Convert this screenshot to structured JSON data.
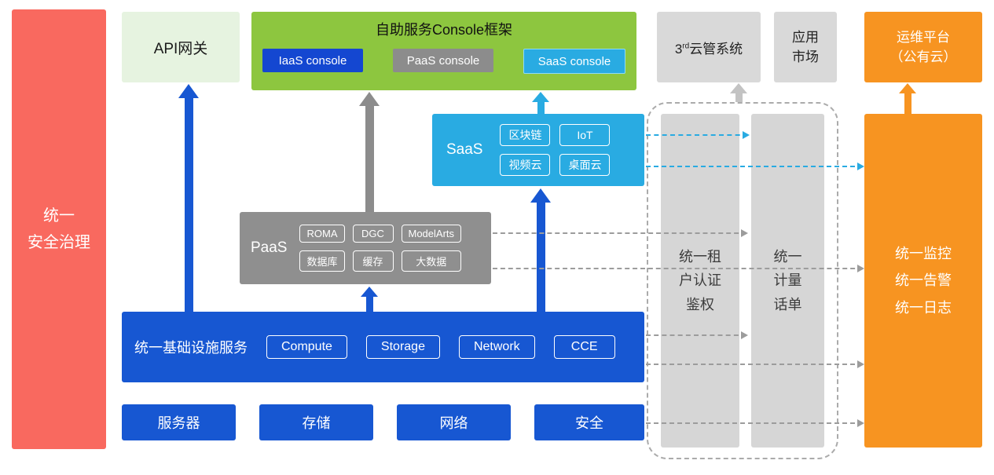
{
  "colors": {
    "blue": "#1757d2",
    "dark_blue": "#1447d1",
    "cyan": "#29abe2",
    "green": "#8dc63f",
    "light_green": "#e6f3e0",
    "gray": "#8f8f8f",
    "light_gray": "#d9d9d9",
    "orange": "#f79421",
    "red": "#f9695f"
  },
  "left_bar": {
    "label": "统一\n安全治理"
  },
  "api_gateway": {
    "label": "API网关"
  },
  "console_frame": {
    "title": "自助服务Console框架",
    "buttons": [
      {
        "label": "IaaS console"
      },
      {
        "label": "PaaS console"
      },
      {
        "label": "SaaS console"
      }
    ]
  },
  "third_party_cloud": {
    "prefix": "3",
    "sup": "rd",
    "suffix": "云管系统"
  },
  "app_market": {
    "label": "应用\n市场"
  },
  "om_platform": {
    "label": "运维平台\n（公有云）"
  },
  "saas": {
    "label": "SaaS",
    "items": [
      "区块链",
      "IoT",
      "视频云",
      "桌面云"
    ]
  },
  "paas": {
    "label": "PaaS",
    "items": [
      "ROMA",
      "DGC",
      "ModelArts",
      "数据库",
      "缓存",
      "大数据"
    ]
  },
  "iaas": {
    "label": "统一基础设施服务",
    "items": [
      "Compute",
      "Storage",
      "Network",
      "CCE"
    ]
  },
  "infrastructure": [
    "服务器",
    "存储",
    "网络",
    "安全"
  ],
  "auth_bar": {
    "label": "统一租\n户认证\n鉴权"
  },
  "billing_bar": {
    "label": "统一\n计量\n话单"
  },
  "monitor_bar": {
    "label": "统一监控\n统一告警\n统一日志"
  }
}
